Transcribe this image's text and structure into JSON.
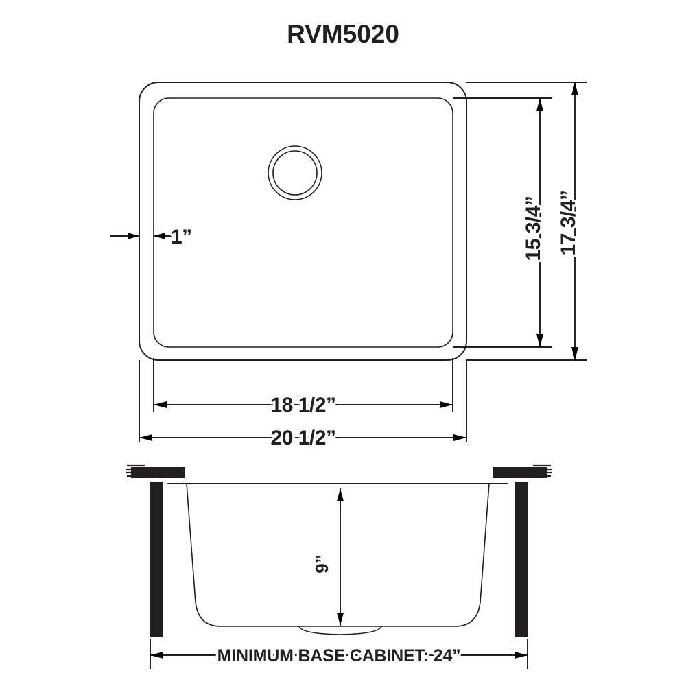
{
  "document": {
    "title": "RVM5020",
    "type": "product-dimension-drawing",
    "ink_color": "#231f20",
    "background_color": "#ffffff"
  },
  "top_view": {
    "name": "top-view",
    "dimensions": {
      "inner_width": "18 1/2”",
      "outer_width": "20 1/2”",
      "inner_height": "15 3/4”",
      "outer_height": "17 3/4”",
      "rim_width": "1”"
    }
  },
  "section_view": {
    "name": "cross-section-view",
    "dimensions": {
      "bowl_depth": "9”",
      "minimum_base_cabinet": "MINIMUM BASE CABINET: 24”"
    }
  },
  "chart_data": {
    "type": "table",
    "title": "RVM5020",
    "categories": [
      "Inner width",
      "Outer width",
      "Inner height",
      "Outer height",
      "Rim width",
      "Bowl depth",
      "Minimum base cabinet"
    ],
    "values": [
      "18 1/2”",
      "20 1/2”",
      "15 3/4”",
      "17 3/4”",
      "1”",
      "9”",
      "24”"
    ]
  }
}
